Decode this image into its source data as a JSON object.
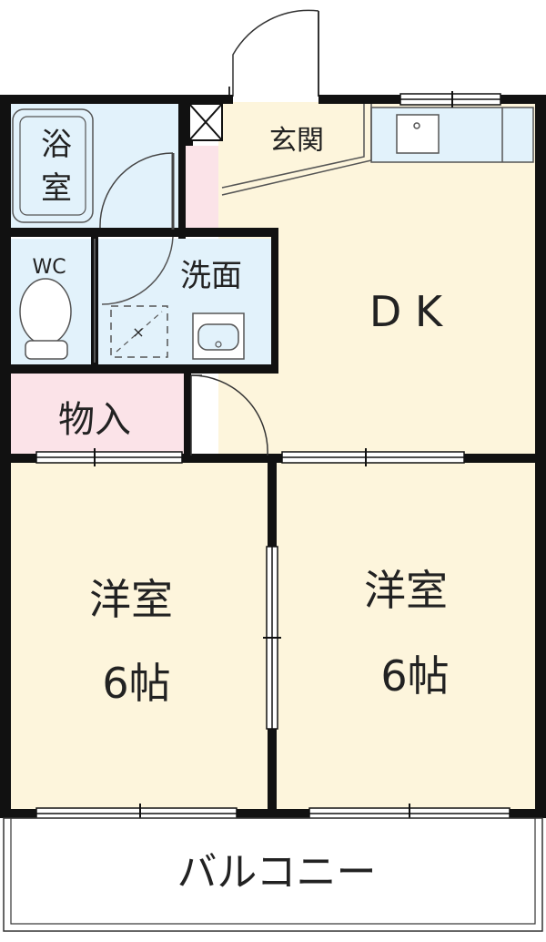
{
  "labels": {
    "bath": [
      "浴",
      "室"
    ],
    "wc": "WC",
    "entrance": "玄関",
    "washroom": "洗面",
    "dk": "D K",
    "storage": "物入",
    "room_left": [
      "洋室",
      "6帖"
    ],
    "room_right": [
      "洋室",
      "6帖"
    ],
    "balcony": "バルコニー"
  },
  "colors": {
    "wet_area": "#e2f2fb",
    "living": "#fdf5dc",
    "storage": "#fbe3e8",
    "entrance_strip": "#fbe3e8",
    "wall": "#111111",
    "balcony": "#ffffff"
  }
}
